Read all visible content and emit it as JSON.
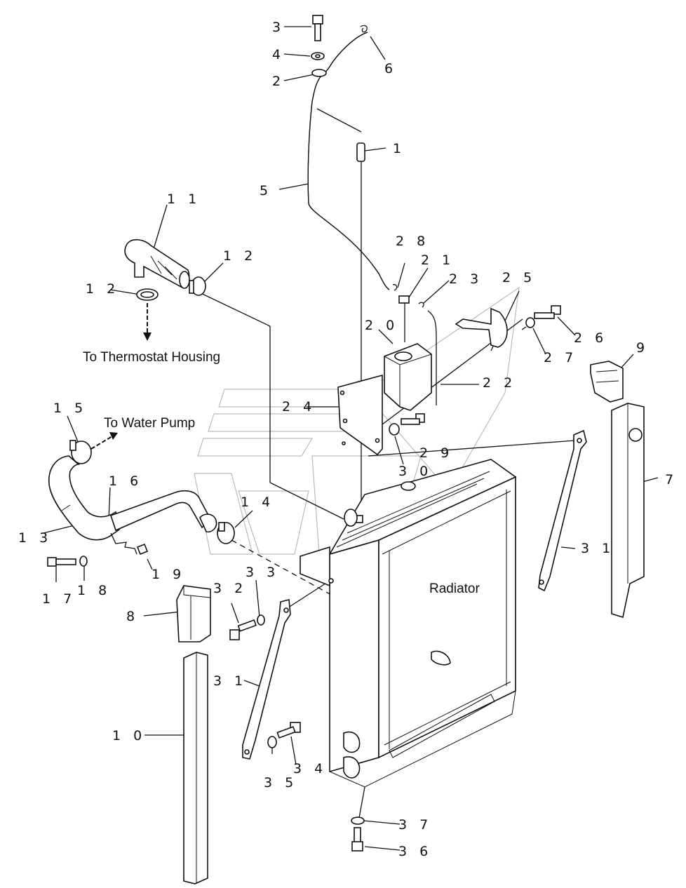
{
  "labels": {
    "l1": "1",
    "l2": "2",
    "l3": "3",
    "l4": "4",
    "l5": "5",
    "l6": "6",
    "l7": "7",
    "l8": "8",
    "l9": "9",
    "l10": "1 0",
    "l11": "1 1",
    "l12a": "1 2",
    "l12b": "1 2",
    "l13": "1 3",
    "l14": "1 4",
    "l15": "1 5",
    "l16": "1 6",
    "l17": "1 7",
    "l18": "1 8",
    "l19": "1 9",
    "l20": "2 0",
    "l21": "2 1",
    "l22": "2 2",
    "l23": "2 3",
    "l24": "2 4",
    "l25": "2 5",
    "l26": "2 6",
    "l27": "2 7",
    "l28": "2 8",
    "l29": "2 9",
    "l30": "3 0",
    "l31a": "3 1",
    "l31b": "3 1",
    "l32": "3 2",
    "l33": "3 3",
    "l34": "3 4",
    "l35": "3 5",
    "l36": "3 6",
    "l37": "3 7"
  },
  "text": {
    "thermostat": "To Thermostat Housing",
    "water_pump": "To Water Pump",
    "radiator": "Radiator"
  }
}
